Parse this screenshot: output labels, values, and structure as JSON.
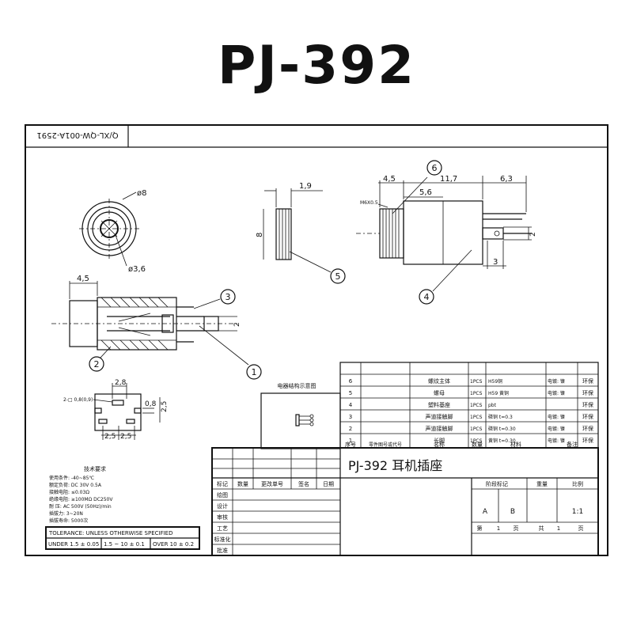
{
  "title": "PJ-392",
  "doc_code": "Q/XL-QW-001A-2591",
  "dims": {
    "top_dia": "ø8",
    "top_hole": "ø3,6",
    "nut_w": "1,9",
    "nut_h": "8",
    "side_a": "4,5",
    "side_b": "11,7",
    "side_c": "6,3",
    "side_d": "5,6",
    "side_e": "2",
    "side_f": "3",
    "thread": "M6X0.5",
    "sec_a": "4,5",
    "sec_b": "2",
    "pin_a": "2,8",
    "pin_b": "0,8",
    "pin_c": "2,5",
    "pin_d": "2,5",
    "pin_e": "2,5",
    "pin_note": "2-□ 0,8(0,9)"
  },
  "balloons": [
    "1",
    "2",
    "3",
    "4",
    "5",
    "6"
  ],
  "circuit_title": "电器结构示意图",
  "bom": [
    {
      "no": "6",
      "name": "螺纹主体",
      "qty": "1PCS",
      "mat": "H59铜",
      "note": "电镀: 镍",
      "std": "环保"
    },
    {
      "no": "5",
      "name": "螺母",
      "qty": "1PCS",
      "mat": "H59 黄铜",
      "note": "电镀: 镍",
      "std": "环保"
    },
    {
      "no": "4",
      "name": "塑料基座",
      "qty": "1PCS",
      "mat": "pbt",
      "note": "",
      "std": "环保"
    },
    {
      "no": "3",
      "name": "声道接触脚",
      "qty": "1PCS",
      "mat": "磷铜  t=0.3",
      "note": "电镀: 镍",
      "std": "环保"
    },
    {
      "no": "2",
      "name": "声道接触脚",
      "qty": "1PCS",
      "mat": "磷铜  t=0.30",
      "note": "电镀: 镍",
      "std": "环保"
    },
    {
      "no": "1",
      "name": "长脚",
      "qty": "1PCS",
      "mat": "黄铜  t=0.30",
      "note": "电镀: 镍",
      "std": "环保"
    }
  ],
  "bom_header": {
    "no": "序号",
    "code": "零件图号或代号",
    "name": "名称",
    "qty": "数量",
    "mat": "材料",
    "note": "备注"
  },
  "part_title": "PJ-392 耳机插座",
  "rev_header": [
    "标记",
    "数量",
    "更改单号",
    "签名",
    "日期"
  ],
  "sign_rows": [
    "绘图",
    "设计",
    "审核",
    "工艺",
    "标准化",
    "批准"
  ],
  "stage_header": [
    "阶段标记",
    "重量",
    "比例"
  ],
  "stage_vals": [
    "A",
    "B",
    "1:1"
  ],
  "sheet": [
    "第",
    "1",
    "页",
    "共",
    "1",
    "页"
  ],
  "specs_title": "技术要求",
  "specs": [
    "使用条件: -40~85℃",
    "额定负荷: DC 30V 0.5A",
    "接触电阻: ≤0.03Ω",
    "绝缘电阻: ≥100MΩ DC250V",
    "耐    压: AC 500V (50Hz)/min",
    "插拔力: 3~20N",
    "插拔寿命: 5000次"
  ],
  "tolerance_title": "TOLERANCE: UNLESS OTHERWISE SPECIFIED",
  "tolerances": [
    "UNDER 1.5 ± 0.05",
    "1.5 ~ 10 ± 0.1",
    "OVER 10 ± 0.2"
  ]
}
